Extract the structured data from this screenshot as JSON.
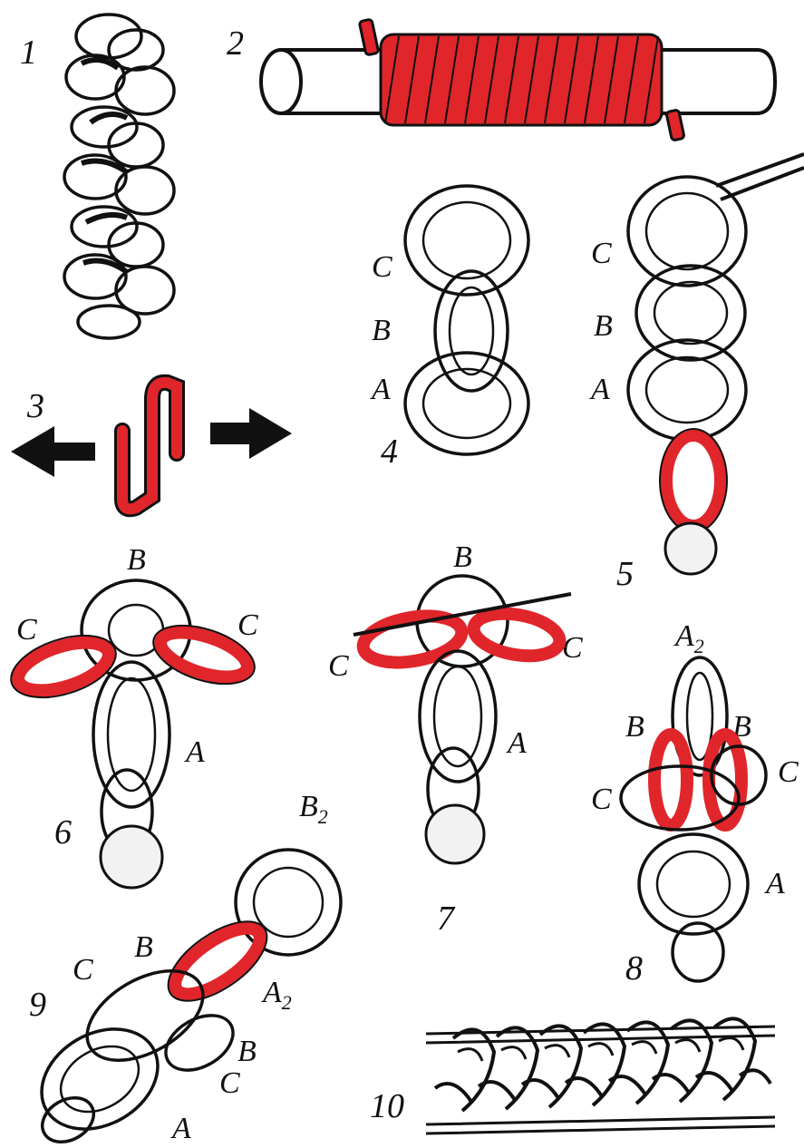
{
  "figures": {
    "f1": {
      "number": "1"
    },
    "f2": {
      "number": "2"
    },
    "f3": {
      "number": "3"
    },
    "f4": {
      "number": "4",
      "labels": [
        "C",
        "B",
        "A"
      ]
    },
    "f5": {
      "number": "5",
      "labels": [
        "C",
        "B",
        "A"
      ]
    },
    "f6": {
      "number": "6",
      "labels": {
        "top": "B",
        "left": "C",
        "right": "C",
        "side": "A"
      }
    },
    "f7": {
      "number": "7",
      "labels": {
        "top": "B",
        "left": "C",
        "right": "C",
        "side": "A"
      }
    },
    "f8": {
      "number": "8",
      "labels": {
        "top": "A",
        "top_sub": "2",
        "bl": "B",
        "br": "B",
        "cl": "C",
        "cr": "C",
        "side": "A"
      }
    },
    "f9": {
      "number": "9",
      "labels": {
        "b2": "B",
        "b2_sub": "2",
        "b": "B",
        "c": "C",
        "a2": "A",
        "a2_sub": "2",
        "b_low": "B",
        "c_low": "C",
        "a": "A"
      }
    },
    "f10": {
      "number": "10"
    }
  },
  "colors": {
    "accent": "#e0262b",
    "ink": "#111111",
    "background": "#ffffff"
  }
}
